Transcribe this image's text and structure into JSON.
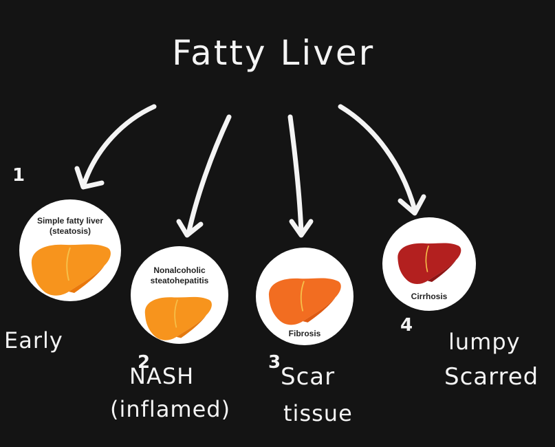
{
  "title": "Fatty Liver",
  "stages": [
    {
      "number": "1",
      "card_label_line1": "Simple fatty liver",
      "card_label_line2": "(steatosis)",
      "note_line1": "Early",
      "note_line2": "",
      "liver_color": "#f7941d",
      "liver_shade": "#e9780c"
    },
    {
      "number": "2",
      "card_label_line1": "Nonalcoholic",
      "card_label_line2": "steatohepatitis",
      "note_line1": "NASH",
      "note_line2": "(inflamed)",
      "liver_color": "#f7941d",
      "liver_shade": "#e47a10"
    },
    {
      "number": "3",
      "card_label_line1": "Fibrosis",
      "card_label_line2": "",
      "note_line1": "Scar",
      "note_line2": "tissue",
      "liver_color": "#f26d21",
      "liver_shade": "#de5a12"
    },
    {
      "number": "4",
      "card_label_line1": "Cirrhosis",
      "card_label_line2": "",
      "note_line1": "lumpy",
      "note_line2": "Scarred",
      "liver_color": "#b3201f",
      "liver_shade": "#8e1515"
    }
  ],
  "colors": {
    "background": "#141414",
    "ink": "#f4f4f4",
    "gallbladder_line": "#f6c04a"
  }
}
